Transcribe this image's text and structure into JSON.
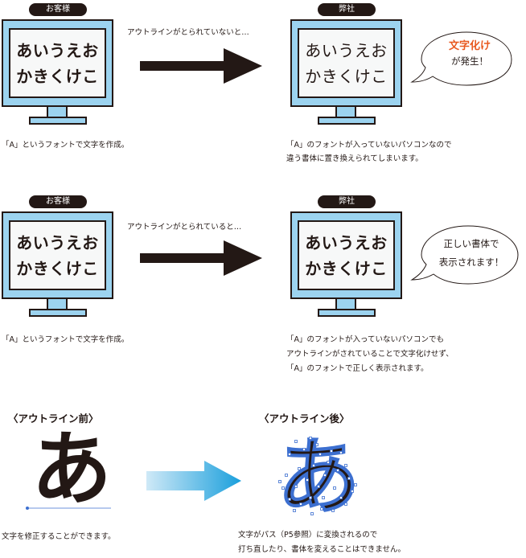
{
  "row1": {
    "customer_label": "お客様",
    "company_label": "弊社",
    "arrow_note": "アウトラインがとられていないと…",
    "screen_line1": "あいうえお",
    "screen_line2": "かきくけこ",
    "bubble_highlight": "文字化け",
    "bubble_rest": "が発生！",
    "caption_left": "「A」というフォントで文字を作成。",
    "caption_right_1": "「A」のフォントが入っていないパソコンなので",
    "caption_right_2": "違う書体に置き換えられてしまいます。"
  },
  "row2": {
    "customer_label": "お客様",
    "company_label": "弊社",
    "arrow_note": "アウトラインがとられていると…",
    "screen_line1": "あいうえお",
    "screen_line2": "かきくけこ",
    "bubble_line1": "正しい書体で",
    "bubble_line2": "表示されます！",
    "caption_left": "「A」というフォントで文字を作成。",
    "caption_right_1": "「A」のフォントが入っていないパソコンでも",
    "caption_right_2": "アウトラインがされていることで文字化けせず、",
    "caption_right_3": "「A」のフォントで正しく表示されます。"
  },
  "row3": {
    "before_title": "〈アウトライン前〉",
    "after_title": "〈アウトライン後〉",
    "glyph": "あ",
    "caption_left": "文字を修正することができます。",
    "caption_right_1": "文字がパス（P5参照）に変換されるので",
    "caption_right_2": "打ち直したり、書体を変えることはできません。"
  },
  "colors": {
    "monitor": "#9cd3ef",
    "outline": "#231815",
    "screen": "#f7f8f8",
    "highlight": "#e8591f",
    "gradient_arrow_start": "#cfe9f7",
    "gradient_arrow_end": "#1a9fdc",
    "anchor_point": "#3c6fd0"
  }
}
